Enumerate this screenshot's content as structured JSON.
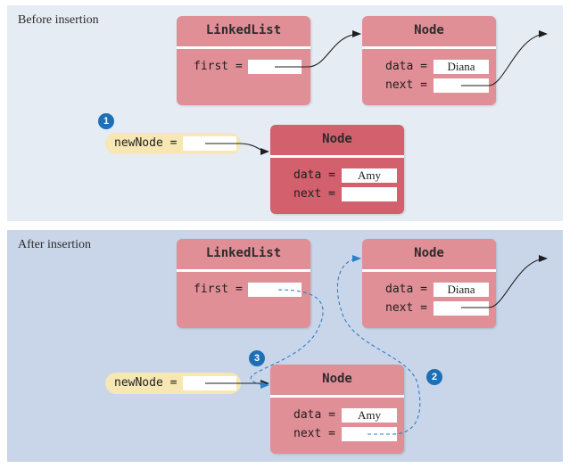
{
  "before": {
    "title": "Before insertion",
    "linkedlist": {
      "class_name": "LinkedList",
      "field_first": "first ="
    },
    "node_diana": {
      "class_name": "Node",
      "field_data": "data =",
      "data_value": "Diana",
      "field_next": "next ="
    },
    "variable": {
      "label": "newNode =",
      "step": "1"
    },
    "node_amy": {
      "class_name": "Node",
      "field_data": "data =",
      "data_value": "Amy",
      "field_next": "next ="
    }
  },
  "after": {
    "title": "After insertion",
    "linkedlist": {
      "class_name": "LinkedList",
      "field_first": "first ="
    },
    "node_diana": {
      "class_name": "Node",
      "field_data": "data =",
      "data_value": "Diana",
      "field_next": "next ="
    },
    "variable": {
      "label": "newNode ="
    },
    "node_amy": {
      "class_name": "Node",
      "field_data": "data =",
      "data_value": "Amy",
      "field_next": "next ="
    },
    "step_new_next": "2",
    "step_first": "3"
  },
  "colors": {
    "node_fill": "#e18f97",
    "new_node_fill": "#d2606d",
    "variable_fill": "#f6e7b3",
    "badge_fill": "#1d6fb8",
    "dashed_arrow": "#2f7ec7"
  }
}
